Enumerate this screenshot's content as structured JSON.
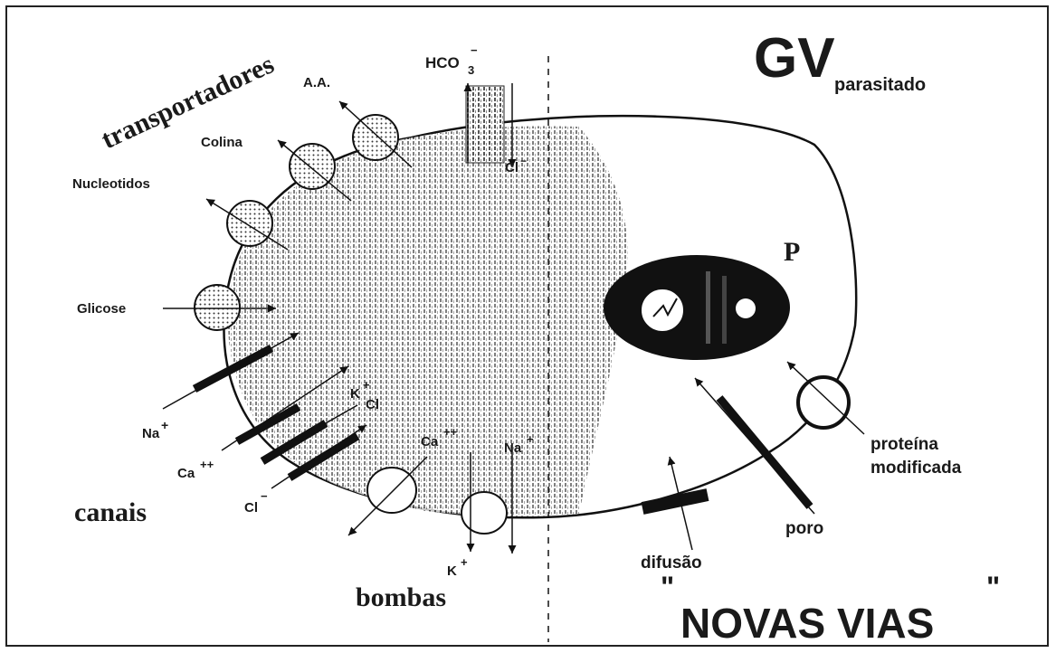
{
  "cell": {
    "title_main": "GV",
    "title_sub": "parasitado",
    "parasite": "P"
  },
  "groups": {
    "transporters": "transportadores",
    "channels": "canais",
    "pumps": "bombas",
    "new_paths": "NOVAS VIAS",
    "quote_open": "\"",
    "quote_close": "\""
  },
  "transporters": {
    "aa": "A.A.",
    "choline": "Colina",
    "nucleotides": "Nucleotidos",
    "glucose": "Glicose"
  },
  "ions": {
    "hco3": "HCO",
    "hco3_sub": "3",
    "hco3_sup": "−",
    "cl_top": "Cl",
    "cl_top_sup": "−",
    "na": "Na",
    "na_sup": "+",
    "ca": "Ca",
    "ca_sup": "++",
    "cl_bottom": "Cl",
    "cl_bottom_sup": "−",
    "k_left": "K",
    "k_left_sup": "+",
    "cl_mid": "Cl",
    "ca_pump": "Ca",
    "ca_pump_sup": "++",
    "na_pump": "Na",
    "na_pump_sup": "+",
    "k_pump": "K",
    "k_pump_sup": "+"
  },
  "new_paths": {
    "diffusion": "difusão",
    "pore": "poro",
    "protein_line1": "proteína",
    "protein_line2": "modificada"
  }
}
